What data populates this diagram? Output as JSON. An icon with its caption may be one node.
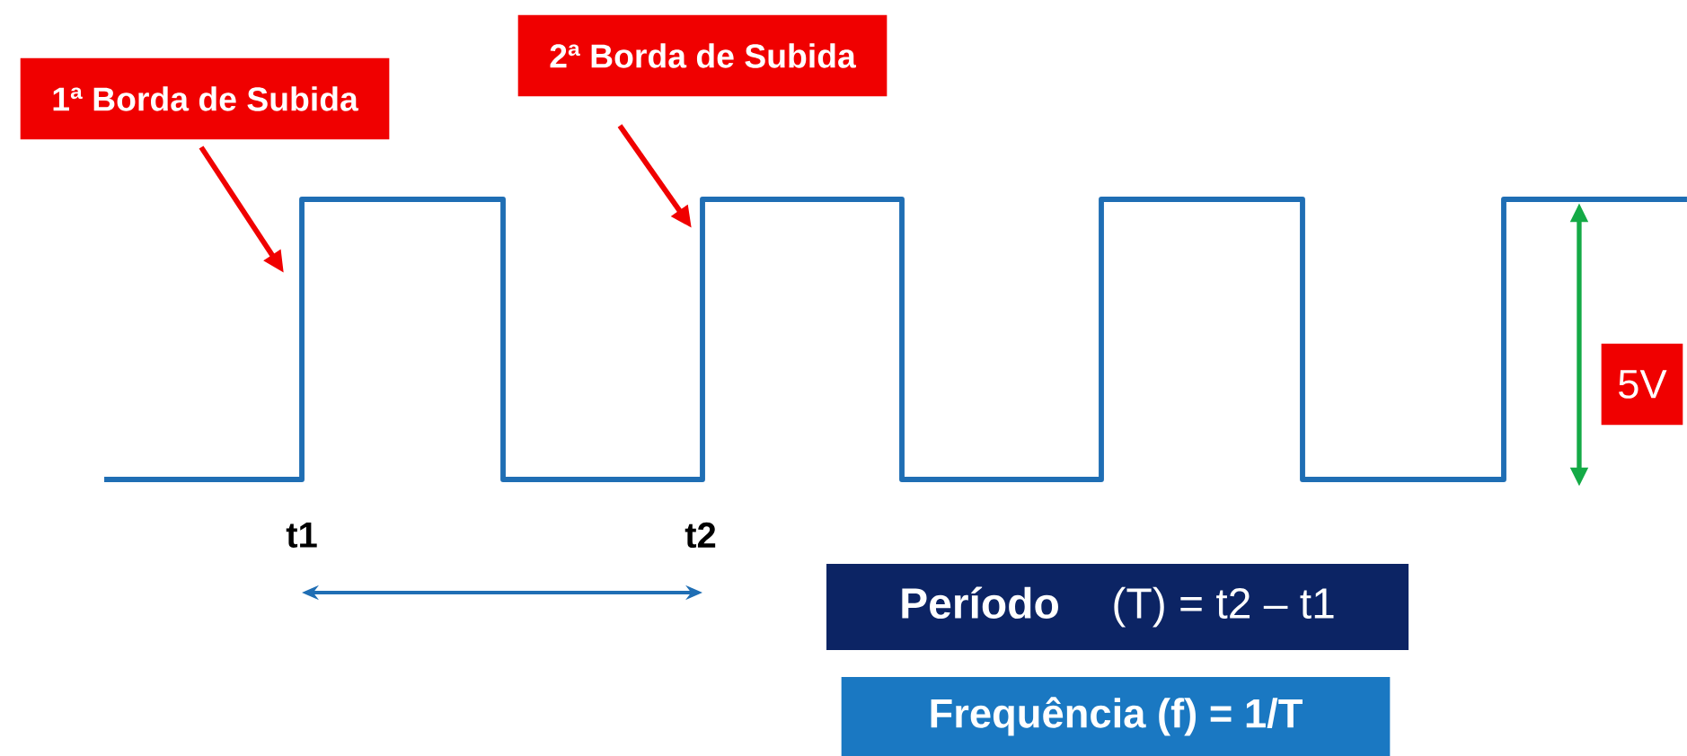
{
  "diagram": {
    "nodes": [
      {
        "text": [
          "1ª Borda de Subida"
        ]
      },
      {
        "text": [
          "2ª Borda de Subida"
        ]
      },
      {
        "text": [
          "5V"
        ]
      },
      {
        "text": [
          "Período",
          "(T) = t2 – t1"
        ]
      },
      {
        "text": [
          "Frequência (f) = 1/T"
        ]
      }
    ],
    "edges": [
      {
        "from": 0,
        "to": null,
        "arrow": "to"
      },
      {
        "from": 1,
        "to": null,
        "arrow": "to"
      }
    ],
    "labels": [
      "t1",
      "t2"
    ]
  }
}
